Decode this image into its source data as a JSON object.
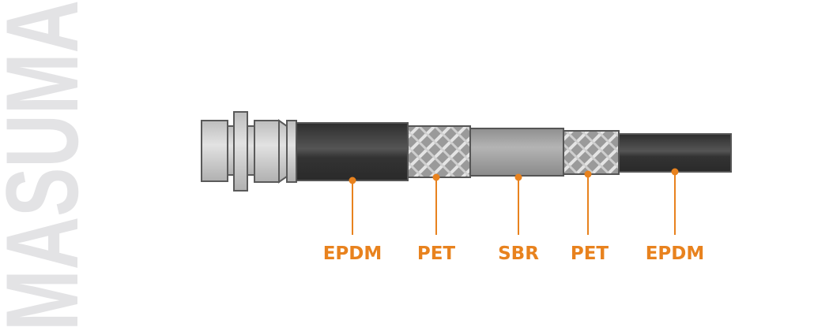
{
  "watermark": "MASUMA",
  "colors": {
    "accent": "#E8821E",
    "rubber": "#333333",
    "braid": "#A8A8A8",
    "sbr": "#9E9E9E",
    "fitting": "#C8C8C8",
    "watermark": "#E3E3E5"
  },
  "layers": [
    {
      "label": "EPDM",
      "material": "rubber"
    },
    {
      "label": "PET",
      "material": "braid"
    },
    {
      "label": "SBR",
      "material": "sbr"
    },
    {
      "label": "PET",
      "material": "braid"
    },
    {
      "label": "EPDM",
      "material": "rubber"
    }
  ]
}
